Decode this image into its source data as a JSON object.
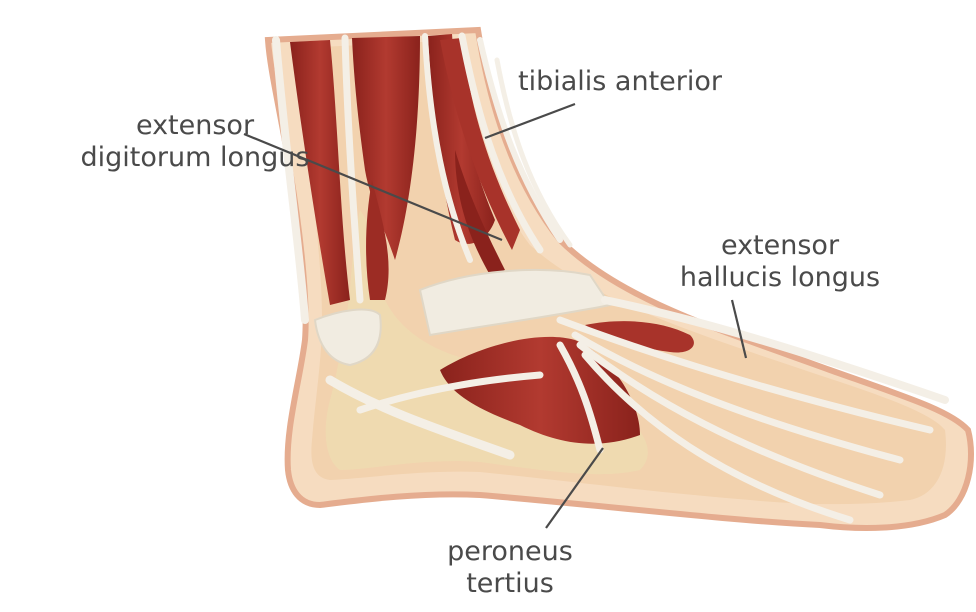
{
  "labels": {
    "tibialis_anterior": "tibialis anterior",
    "extensor_digitorum_longus": [
      "extensor",
      "digitorum longus"
    ],
    "extensor_hallucis_longus": [
      "extensor",
      "hallucis longus"
    ],
    "peroneus_tertius": [
      "peroneus",
      "tertius"
    ]
  },
  "colors": {
    "skin": "#f2d6b8",
    "skin_outline": "#e2a98c",
    "skin_light": "#f6e4cb",
    "bone": "#efdcb0",
    "muscle": "#a8332a",
    "muscle_dark": "#7e1f1a",
    "tendon": "#f4efe6",
    "leader_line": "#4a4a4a"
  }
}
